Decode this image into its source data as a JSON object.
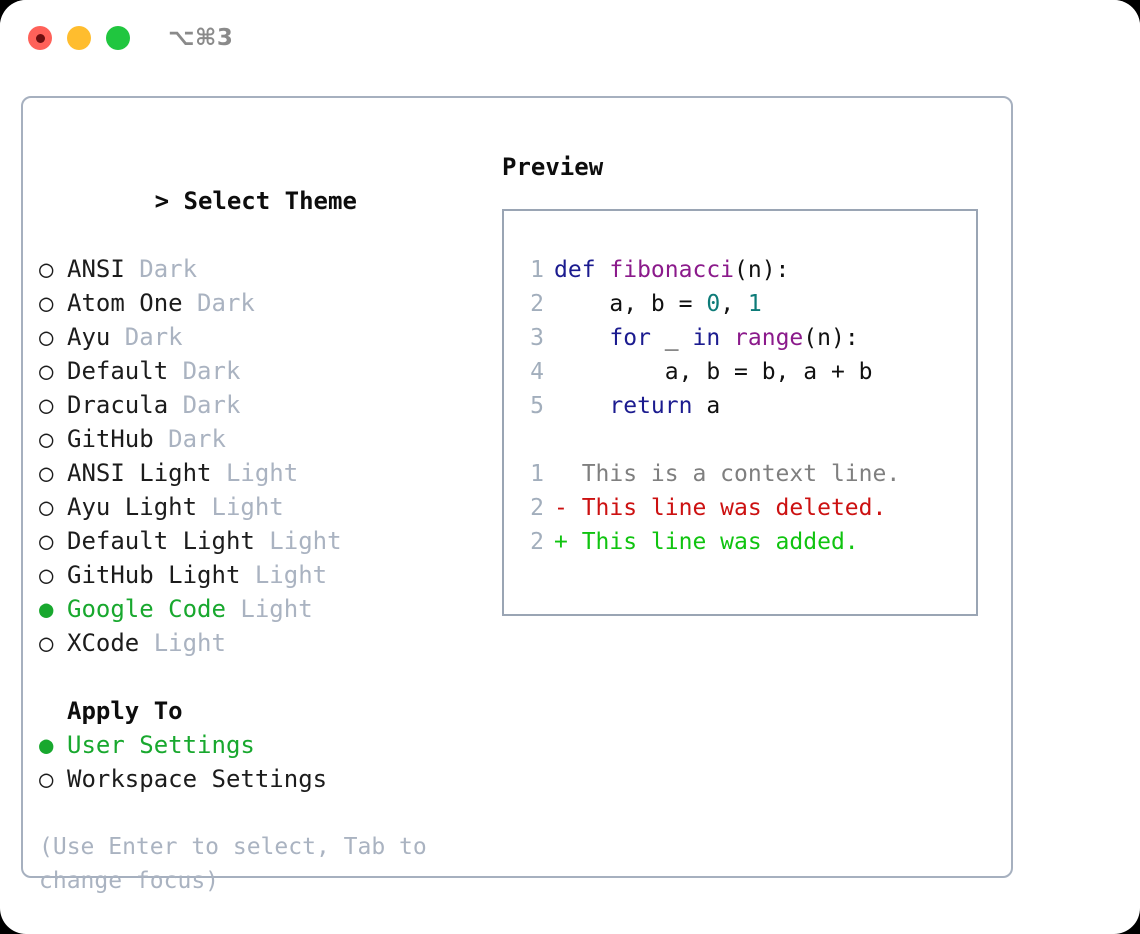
{
  "titlebar": {
    "shortcut": "⌥⌘3",
    "buttons": [
      "close",
      "minimize",
      "maximize"
    ]
  },
  "colors": {
    "accent_green": "#18a82e",
    "muted": "#aab3c1",
    "border": "#a6b0bf",
    "preview_border": "#9aa5b4",
    "keyword": "#1b1b8f",
    "function": "#8b1a8b",
    "number": "#0d7b78",
    "diff_add": "#10c410",
    "diff_del": "#cc1111",
    "diff_ctx": "#7f7f7f"
  },
  "theme_selector": {
    "prompt": "> ",
    "title": "Select Theme",
    "marker_selected": "● ",
    "marker_unselected": "○ ",
    "options": [
      {
        "label": "ANSI",
        "suffix": "Dark",
        "selected": false
      },
      {
        "label": "Atom One",
        "suffix": "Dark",
        "selected": false
      },
      {
        "label": "Ayu",
        "suffix": "Dark",
        "selected": false
      },
      {
        "label": "Default",
        "suffix": "Dark",
        "selected": false
      },
      {
        "label": "Dracula",
        "suffix": "Dark",
        "selected": false
      },
      {
        "label": "GitHub",
        "suffix": "Dark",
        "selected": false
      },
      {
        "label": "ANSI Light",
        "suffix": "Light",
        "selected": false
      },
      {
        "label": "Ayu Light",
        "suffix": "Light",
        "selected": false
      },
      {
        "label": "Default Light",
        "suffix": "Light",
        "selected": false
      },
      {
        "label": "GitHub Light",
        "suffix": "Light",
        "selected": false
      },
      {
        "label": "Google Code",
        "suffix": "Light",
        "selected": true
      },
      {
        "label": "XCode",
        "suffix": "Light",
        "selected": false
      }
    ]
  },
  "apply_to": {
    "title": "Apply To",
    "options": [
      {
        "label": "User Settings",
        "selected": true
      },
      {
        "label": "Workspace Settings",
        "selected": false
      }
    ]
  },
  "hint": "(Use Enter to select, Tab to change focus)",
  "preview": {
    "title": "Preview",
    "code_lines": [
      {
        "num": "1",
        "tokens": [
          {
            "t": "def ",
            "c": "kw"
          },
          {
            "t": "fibonacci",
            "c": "fn"
          },
          {
            "t": "(n):",
            "c": "plain"
          }
        ]
      },
      {
        "num": "2",
        "tokens": [
          {
            "t": "    a, b = ",
            "c": "plain"
          },
          {
            "t": "0",
            "c": "num"
          },
          {
            "t": ", ",
            "c": "plain"
          },
          {
            "t": "1",
            "c": "num"
          }
        ]
      },
      {
        "num": "3",
        "tokens": [
          {
            "t": "    ",
            "c": "plain"
          },
          {
            "t": "for",
            "c": "kw"
          },
          {
            "t": " _ ",
            "c": "plain"
          },
          {
            "t": "in",
            "c": "kw"
          },
          {
            "t": " ",
            "c": "plain"
          },
          {
            "t": "range",
            "c": "fn"
          },
          {
            "t": "(n):",
            "c": "plain"
          }
        ]
      },
      {
        "num": "4",
        "tokens": [
          {
            "t": "        a, b = b, a + b",
            "c": "plain"
          }
        ]
      },
      {
        "num": "5",
        "tokens": [
          {
            "t": "    ",
            "c": "plain"
          },
          {
            "t": "return",
            "c": "kw"
          },
          {
            "t": " a",
            "c": "plain"
          }
        ]
      }
    ],
    "diff_lines": [
      {
        "num": "1",
        "sign": "  ",
        "text": "This is a context line.",
        "kind": "ctx"
      },
      {
        "num": "2",
        "sign": "- ",
        "text": "This line was deleted.",
        "kind": "del"
      },
      {
        "num": "2",
        "sign": "+ ",
        "text": "This line was added.",
        "kind": "add"
      }
    ]
  }
}
